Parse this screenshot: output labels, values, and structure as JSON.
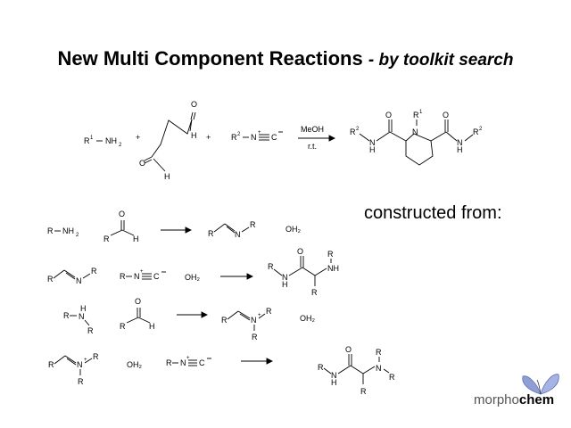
{
  "slide": {
    "title_main": "New Multi Component Reactions",
    "title_sub": "- by toolkit search",
    "constructed_label": "constructed from:"
  },
  "reaction_top": {
    "amine": "R¹–NH₂",
    "plus1": "+",
    "plus2": "+",
    "isonitrile": "R²–N⁺≡C⁻",
    "conditions_line1": "MeOH",
    "conditions_line2": "r.t."
  },
  "step1": {
    "amine": "R–NH₂",
    "product_byproduct": "OH₂"
  },
  "step2": {
    "isonitrile": "R–N⁺≡C⁻",
    "water": "OH₂"
  },
  "step3": {
    "byproduct": "OH₂"
  },
  "step4": {
    "water": "OH₂",
    "isonitrile": "R–N⁺≡C⁻"
  },
  "logo": {
    "prefix": "morpho",
    "suffix": "chem"
  }
}
